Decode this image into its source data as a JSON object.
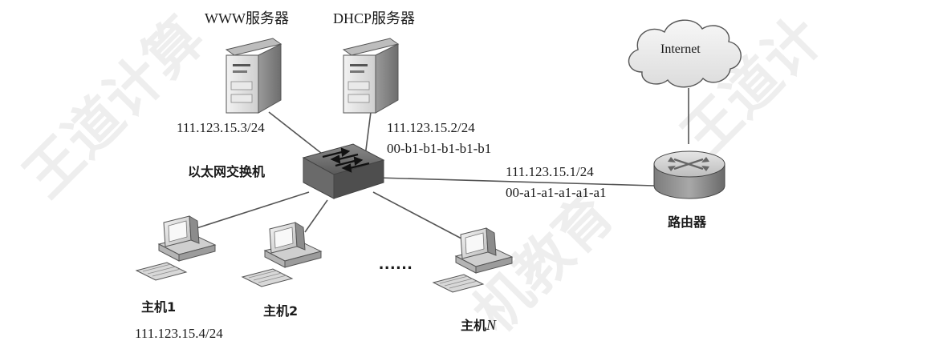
{
  "servers": {
    "www": {
      "label": "WWW服务器",
      "ip": "111.123.15.3/24"
    },
    "dhcp": {
      "label": "DHCP服务器",
      "ip": "111.123.15.2/24",
      "mac": "00-b1-b1-b1-b1-b1"
    }
  },
  "switch": {
    "label": "以太网交换机"
  },
  "router": {
    "label": "路由器",
    "ip": "111.123.15.1/24",
    "mac": "00-a1-a1-a1-a1-a1"
  },
  "internet": {
    "label": "Internet"
  },
  "hosts": [
    {
      "label": "主机1",
      "ip": "111.123.15.4/24"
    },
    {
      "label": "主机2"
    },
    {
      "label_prefix": "主机",
      "label_var": "N"
    }
  ],
  "ellipsis": "......",
  "watermark": {
    "text": "王道计算机教育"
  }
}
